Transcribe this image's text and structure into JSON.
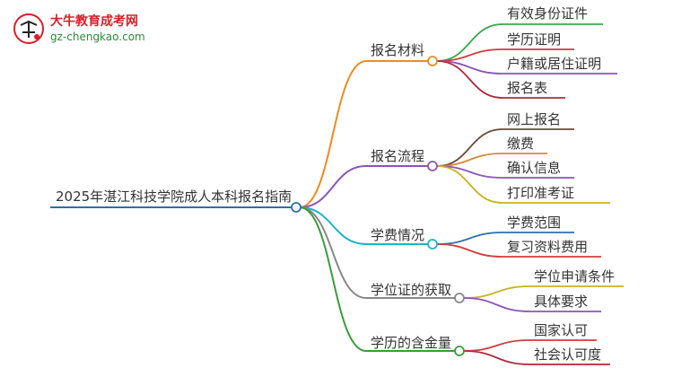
{
  "logo": {
    "title": "大牛教育成考网",
    "url": "gz-chengkao.com"
  },
  "root": {
    "label": "2025年湛江科技学院成人本科报名指南"
  },
  "colors": {
    "root": "#2e6fae",
    "branch1": "#f08a24",
    "branch2": "#8a55b8",
    "branch3": "#19b6c9",
    "branch4": "#888888",
    "branch5": "#3c9a3c",
    "b1_leaf1": "#3aa84a",
    "b1_leaf2": "#d33c3c",
    "b1_leaf3": "#8a55b8",
    "b1_leaf4": "#b02a3a",
    "b2_leaf1": "#6e4a3a",
    "b2_leaf2": "#d88a3a",
    "b2_leaf3": "#8a55b8",
    "b2_leaf4": "#c8b21f",
    "b3_leaf1": "#2e6fae",
    "b3_leaf2": "#d33c3c",
    "b4_leaf1": "#c8b21f",
    "b4_leaf2": "#8a55b8",
    "b5_leaf1": "#d33c3c",
    "b5_leaf2": "#b02a3a"
  },
  "branches": [
    {
      "label": "报名材料",
      "children": [
        "有效身份证件",
        "学历证明",
        "户籍或居住证明",
        "报名表"
      ]
    },
    {
      "label": "报名流程",
      "children": [
        "网上报名",
        "缴费",
        "确认信息",
        "打印准考证"
      ]
    },
    {
      "label": "学费情况",
      "children": [
        "学费范围",
        "复习资料费用"
      ]
    },
    {
      "label": "学位证的获取",
      "children": [
        "学位申请条件",
        "具体要求"
      ]
    },
    {
      "label": "学历的含金量",
      "children": [
        "国家认可",
        "社会认可度"
      ]
    }
  ]
}
